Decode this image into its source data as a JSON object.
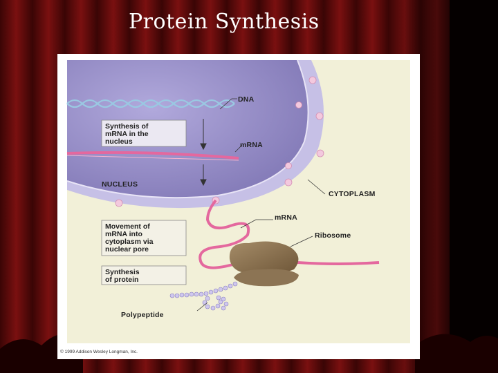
{
  "slide": {
    "title": "Protein Synthesis"
  },
  "diagram": {
    "labels": {
      "dna": "DNA",
      "mrna_nucleus": "mRNA",
      "nucleus": "NUCLEUS",
      "cytoplasm": "CYTOPLASM",
      "mrna_cytoplasm": "mRNA",
      "ribosome": "Ribosome",
      "polypeptide": "Polypeptide"
    },
    "steps": [
      {
        "lines": [
          "Synthesis of",
          "mRNA in the",
          "nucleus"
        ]
      },
      {
        "lines": [
          "Movement of",
          "mRNA into",
          "cytoplasm via",
          "nuclear pore"
        ]
      },
      {
        "lines": [
          "Synthesis",
          "of protein"
        ]
      }
    ],
    "copyright": "© 1999 Addison Wesley Longman, Inc."
  },
  "colors": {
    "curtain": "#6a0c0c",
    "cytoplasm": "#f2f0d8",
    "nucleus": "#9c93c9",
    "mrna": "#e4689e",
    "dna": "#9ac8e2",
    "ribosome": "#8c7454"
  }
}
